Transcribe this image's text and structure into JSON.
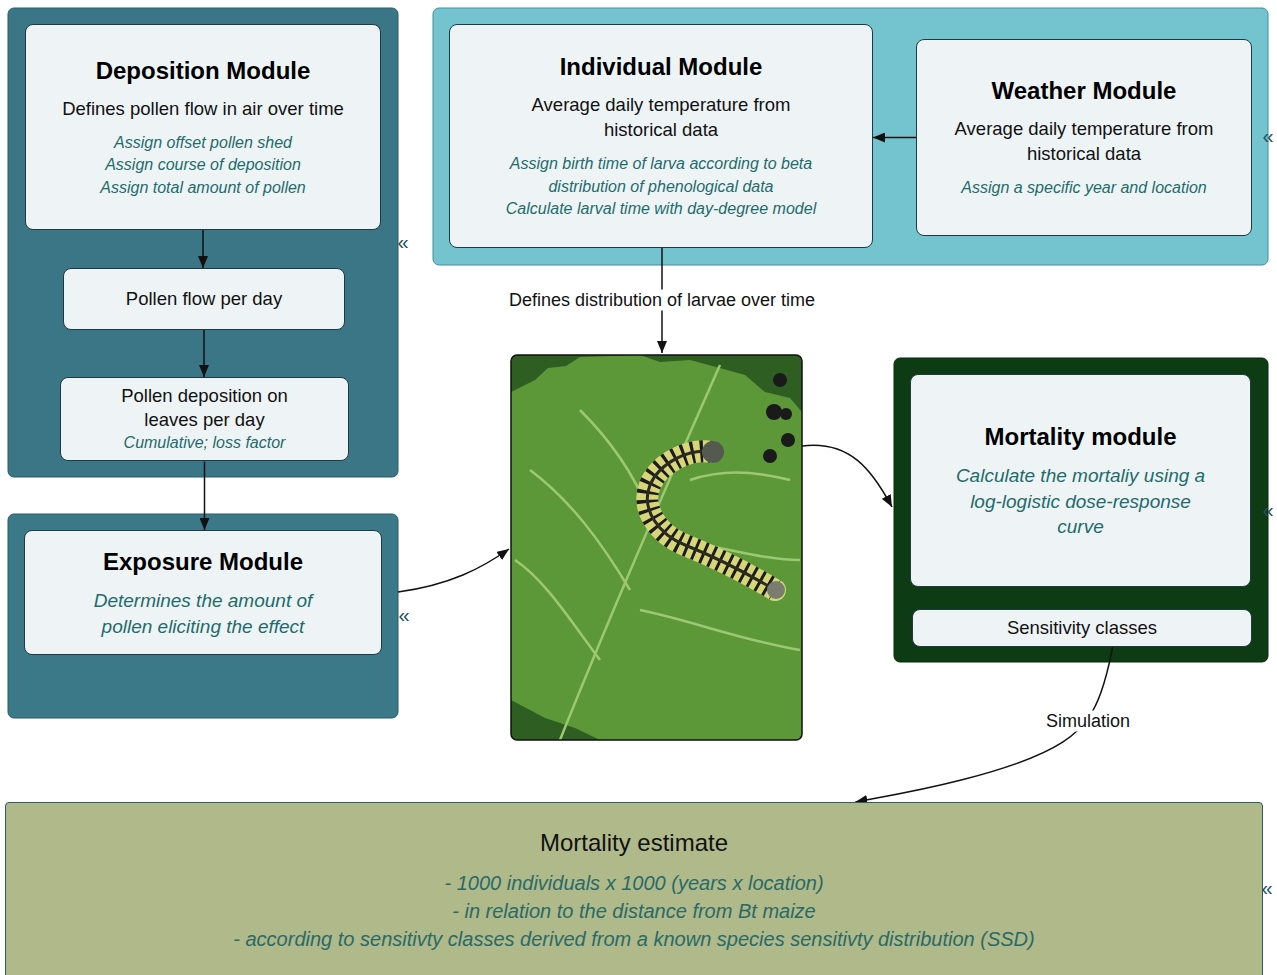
{
  "diagram": {
    "nodes": [
      {
        "text": [
          "Deposition Module",
          "Defines pollen flow in air over time",
          "Assign offset pollen shed",
          "Assign course of deposition",
          "Assign total amount of pollen"
        ]
      },
      {
        "text": [
          "Pollen flow per day"
        ]
      },
      {
        "text": [
          "Pollen deposition on leaves per day",
          "Cumulative; loss factor"
        ]
      },
      {
        "text": [
          "Exposure Module",
          "Determines the amount of pollen eliciting the effect"
        ]
      },
      {
        "text": [
          "Individual Module",
          "Average daily temperature from historical data",
          "Assign birth time of larva according to beta distribution of phenological data",
          "Calculate larval time with day-degree model"
        ]
      },
      {
        "text": [
          "Weather Module",
          "Average daily temperature from historical data",
          "Assign a specific year and location"
        ]
      },
      {
        "text": [
          "Mortality module",
          "Calculate the mortaliy using a log-logistic dose-response curve"
        ]
      },
      {
        "text": [
          "Sensitivity classes"
        ]
      },
      {
        "text": [
          "Mortality estimate",
          "- 1000 individuals x 1000 (years x location)",
          "- in relation to the distance from Bt maize",
          "- according to sensitivty classes derived from a known species sensitivty distribution (SSD)"
        ]
      }
    ],
    "edges": [
      {
        "from": 0,
        "to": 1,
        "arrow": "to"
      },
      {
        "from": 1,
        "to": 2,
        "arrow": "to"
      },
      {
        "from": 2,
        "to": 3,
        "arrow": "to"
      },
      {
        "from": 5,
        "to": 4,
        "arrow": "to"
      },
      {
        "from": 7,
        "to": 8,
        "label": "Simulation",
        "arrow": "to"
      }
    ],
    "labels": [
      "«",
      "«",
      "Defines distribution of larvae over time",
      "«",
      "«",
      "«"
    ]
  }
}
